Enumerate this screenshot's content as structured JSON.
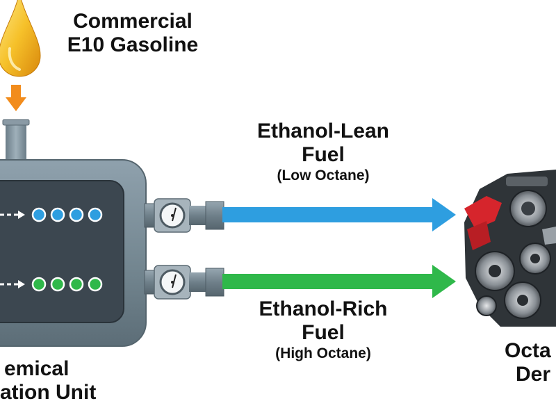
{
  "labels": {
    "input_line1": "Commercial",
    "input_line2": "E10 Gasoline",
    "lean_line1": "Ethanol-Lean",
    "lean_line2": "Fuel",
    "lean_sub": "(Low Octane)",
    "rich_line1": "Ethanol-Rich",
    "rich_line2": "Fuel",
    "rich_sub": "(High Octane)",
    "unit_line1": "emical",
    "unit_line2": "ation Unit",
    "engine_line1": "Octa",
    "engine_line2": "Der"
  },
  "colors": {
    "fuel_drop": "#f2b21c",
    "inlet_arrow": "#f28c1c",
    "tank": "#7b8f9c",
    "tank_inner": "#3c4750",
    "lean_stream": "#2e9ee0",
    "rich_stream": "#2fb84a",
    "gauge": "#b9c2c8"
  },
  "icons": {
    "fuel": "fuel-drop-icon",
    "inlet": "down-arrow-icon",
    "gauge": "pressure-gauge-icon",
    "engine": "engine-icon"
  }
}
